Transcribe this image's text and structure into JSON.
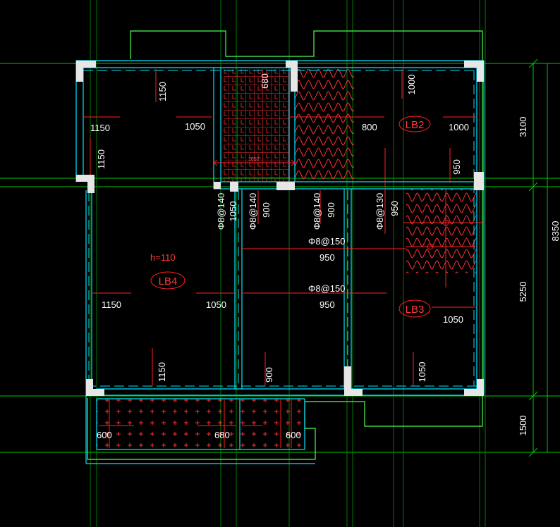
{
  "colors": {
    "background": "#000000",
    "axis": "#00c800",
    "axis_vertical": "#007a00",
    "wall": "#00e5ff",
    "outline": "#4cff4c",
    "rebar": "#ff2020",
    "hatch": "#ff3030",
    "column": "#e6e6e6",
    "text": "#ffffff"
  },
  "slab_tags": {
    "lb2": "LB2",
    "lb3": "LB3",
    "lb4": "LB4"
  },
  "thickness": "h=110",
  "overall_dims": {
    "d3100": "3100",
    "d5250": "5250",
    "d1500": "1500",
    "d8350": "8350"
  },
  "dims": {
    "d1150_a": "1150",
    "d1150_b": "1150",
    "d1150_c": "1150",
    "d1150_d": "1150",
    "d1150_e": "1150",
    "d1050_a": "1050",
    "d1050_b": "1050",
    "d1050_c": "1050",
    "d1050_d": "1050",
    "d1050_e": "1050",
    "d680": "680",
    "d1000_a": "1000",
    "d1000_b": "1000",
    "d800": "800",
    "d950_a": "950",
    "d950_b": "950",
    "d950_c": "950",
    "d950_d": "950",
    "d900_a": "900",
    "d900_b": "900",
    "d900_c": "900",
    "d600_a": "600",
    "d600_b": "600",
    "d680_b": "680",
    "d1050_small": "1050"
  },
  "rebars": {
    "r1": "Φ8@140",
    "r2": "Φ8@140",
    "r3": "Φ8@140",
    "r4": "Φ8@130",
    "r5": "Φ8@150",
    "r6": "Φ8@150"
  }
}
